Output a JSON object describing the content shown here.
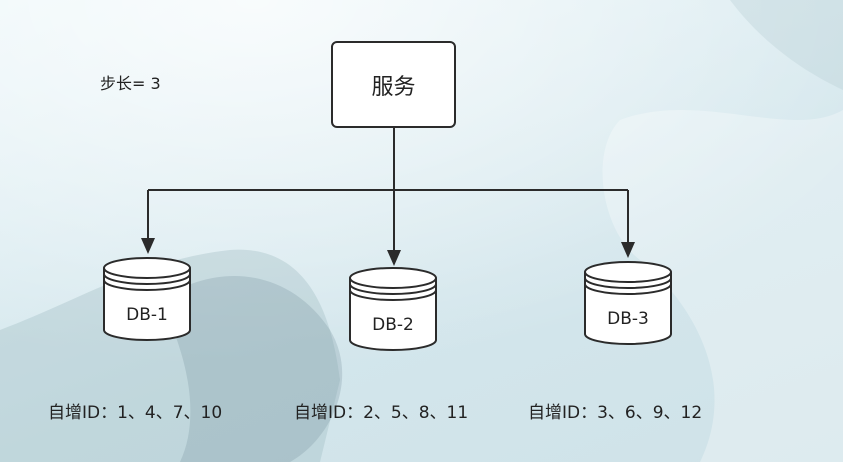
{
  "step": {
    "label": "步长= 3"
  },
  "service": {
    "label": "服务"
  },
  "databases": [
    {
      "name": "DB-1",
      "ids": "自增ID：1、4、7、10"
    },
    {
      "name": "DB-2",
      "ids": "自增ID：2、5、8、11"
    },
    {
      "name": "DB-3",
      "ids": "自增ID：3、6、9、12"
    }
  ]
}
